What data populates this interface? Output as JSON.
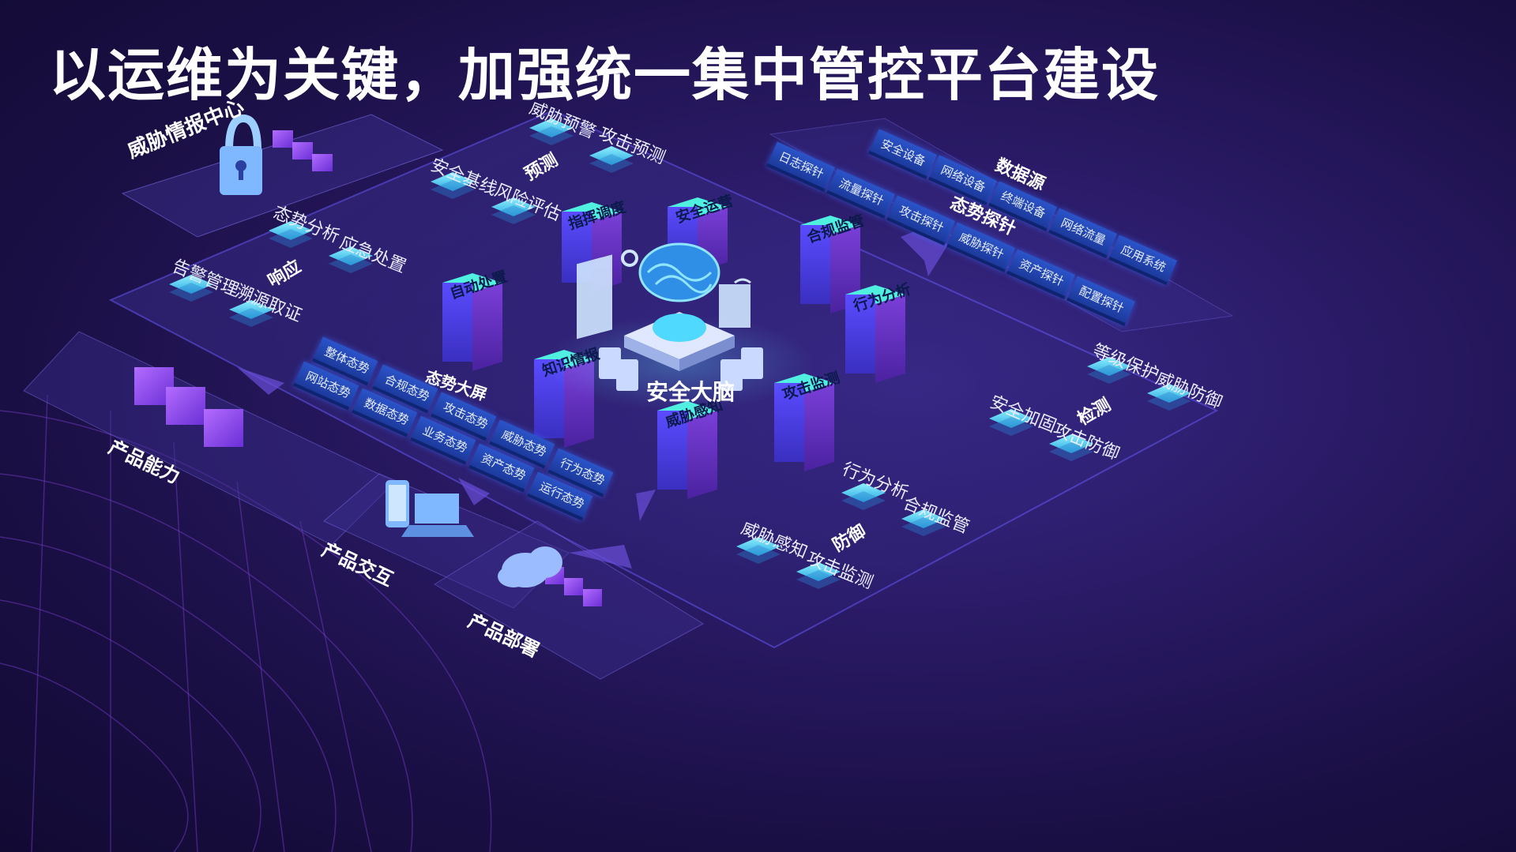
{
  "title": "以运维为关键，加强统一集中管控平台建设",
  "center": {
    "label": "安全大脑"
  },
  "pillars": [
    "指挥调度",
    "安全运营",
    "合规监管",
    "自动处置",
    "行为分析",
    "知识情报",
    "攻击监测",
    "威胁感知"
  ],
  "groups": {
    "threat_intel": {
      "title": "威胁情报中心"
    },
    "predict": {
      "title": "预测",
      "items": [
        "威胁预警",
        "攻击预测",
        "安全基线",
        "风险评估"
      ]
    },
    "respond": {
      "title": "响应",
      "items": [
        "态势分析",
        "应急处置",
        "告警管理",
        "溯源取证"
      ]
    },
    "screen": {
      "title": "态势大屏",
      "items": [
        "整体态势",
        "合规态势",
        "网站态势",
        "数据态势",
        "攻击态势",
        "业务态势",
        "威胁态势",
        "资产态势",
        "行为态势",
        "运行态势"
      ]
    },
    "data_source": {
      "title": "数据源",
      "items": [
        "安全设备",
        "网络设备",
        "终端设备",
        "网络流量",
        "应用系统"
      ]
    },
    "probe": {
      "title": "态势探针",
      "items": [
        "日志探针",
        "流量探针",
        "攻击探针",
        "威胁探针",
        "资产探针",
        "配置探针"
      ]
    },
    "detect": {
      "title": "检测",
      "items": [
        "等级保护",
        "威胁防御",
        "安全加固",
        "攻击防御"
      ]
    },
    "defense": {
      "title": "防御",
      "items": [
        "行为分析",
        "合规监管",
        "威胁感知",
        "攻击监测"
      ]
    },
    "product_capability": {
      "title": "产品能力"
    },
    "product_interaction": {
      "title": "产品交互"
    },
    "product_deployment": {
      "title": "产品部署"
    }
  },
  "colors": {
    "accent": "#3fd6ff",
    "pillar": "#4a3fd6",
    "tag": "#2b54c9"
  },
  "icons": [
    "lock-icon",
    "brain-icon",
    "server-icon",
    "cloud-icon",
    "phone-icon",
    "laptop-icon",
    "gear-icon",
    "wifi-icon"
  ]
}
